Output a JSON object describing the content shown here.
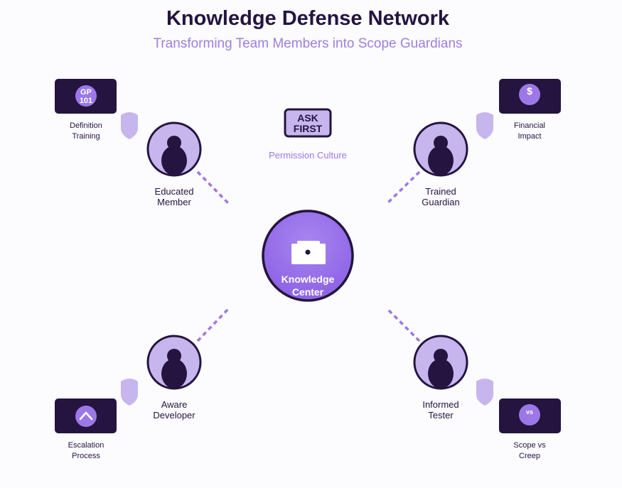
{
  "header": {
    "title": "Knowledge Defense Network",
    "subtitle": "Transforming Team Members into Scope Guardians"
  },
  "center": {
    "line1": "Knowledge",
    "line2": "Center"
  },
  "badge": {
    "line1": "ASK",
    "line2": "FIRST",
    "caption": "Permission Culture"
  },
  "members": {
    "educated": {
      "line1": "Educated",
      "line2": "Member"
    },
    "trained": {
      "line1": "Trained",
      "line2": "Guardian"
    },
    "aware": {
      "line1": "Aware",
      "line2": "Developer"
    },
    "informed": {
      "line1": "Informed",
      "line2": "Tester"
    }
  },
  "cards": {
    "definition": {
      "icon": "gp101-icon",
      "icon_line1": "GP",
      "icon_line2": "101",
      "line1": "Definition",
      "line2": "Training"
    },
    "financial": {
      "icon": "dollar-icon",
      "icon_text": "$",
      "line1": "Financial",
      "line2": "Impact"
    },
    "escalation": {
      "icon": "chevron-up-icon",
      "line1": "Escalation",
      "line2": "Process"
    },
    "scope": {
      "icon": "vs-icon",
      "icon_text": "vs",
      "line1": "Scope vs",
      "line2": "Creep"
    }
  },
  "colors": {
    "dark": "#24143f",
    "accent": "#9c78e6",
    "light": "#c7b5ee",
    "center_fill": "#8e65e6"
  }
}
